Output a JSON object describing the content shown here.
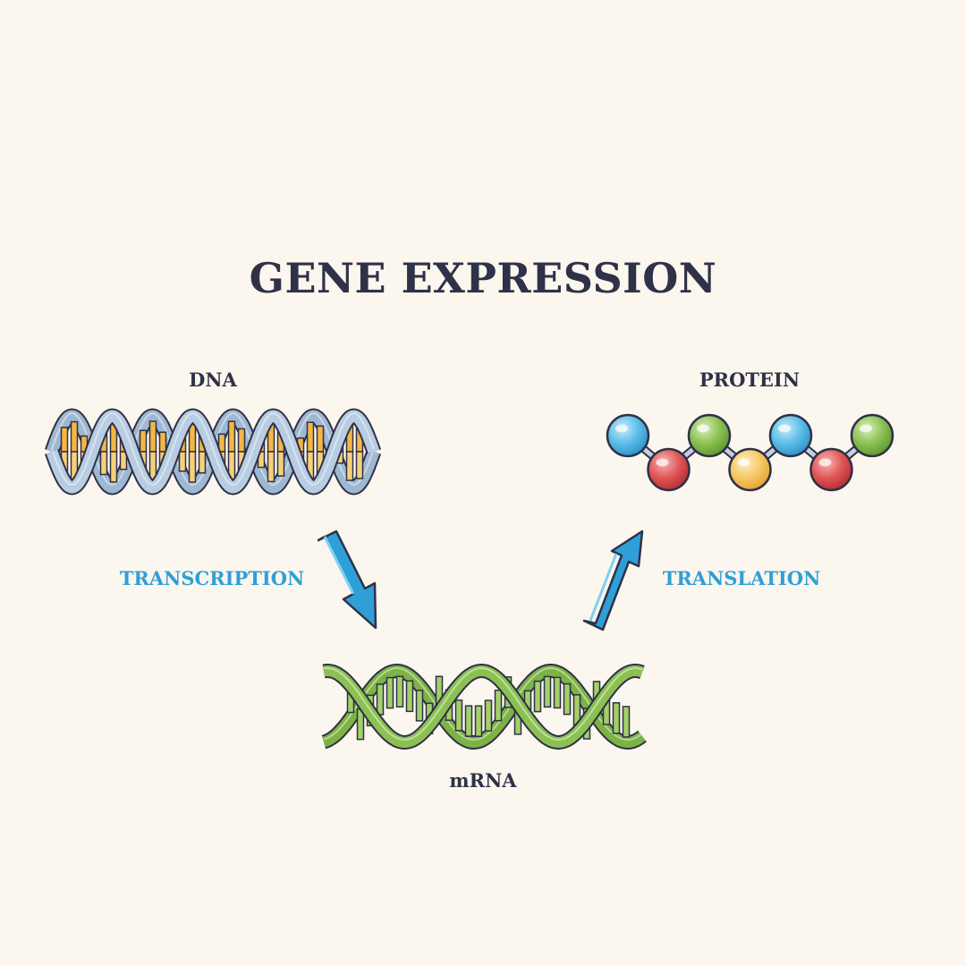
{
  "title": "GENE EXPRESSION",
  "molecules": {
    "dna": "DNA",
    "protein": "PROTEIN",
    "mrna": "mRNA"
  },
  "processes": {
    "transcription": "TRANSCRIPTION",
    "translation": "TRANSLATION"
  },
  "colors": {
    "background": "#fbf6ee",
    "title": "#2e3148",
    "process_text": "#2f9fd8",
    "arrow": "#2f9fd8",
    "dna_backbone": "#b9cde2",
    "dna_bases": "#f4b743",
    "mrna_backbone": "#8cc152",
    "mrna_bases": "#a3d068",
    "amino_blue": "#5cbde8",
    "amino_green": "#8cc152",
    "amino_red": "#e15757",
    "amino_yellow": "#f7c866",
    "outline": "#2e3148"
  },
  "protein_chain": [
    "blue",
    "red",
    "green",
    "yellow",
    "blue",
    "red",
    "green"
  ]
}
